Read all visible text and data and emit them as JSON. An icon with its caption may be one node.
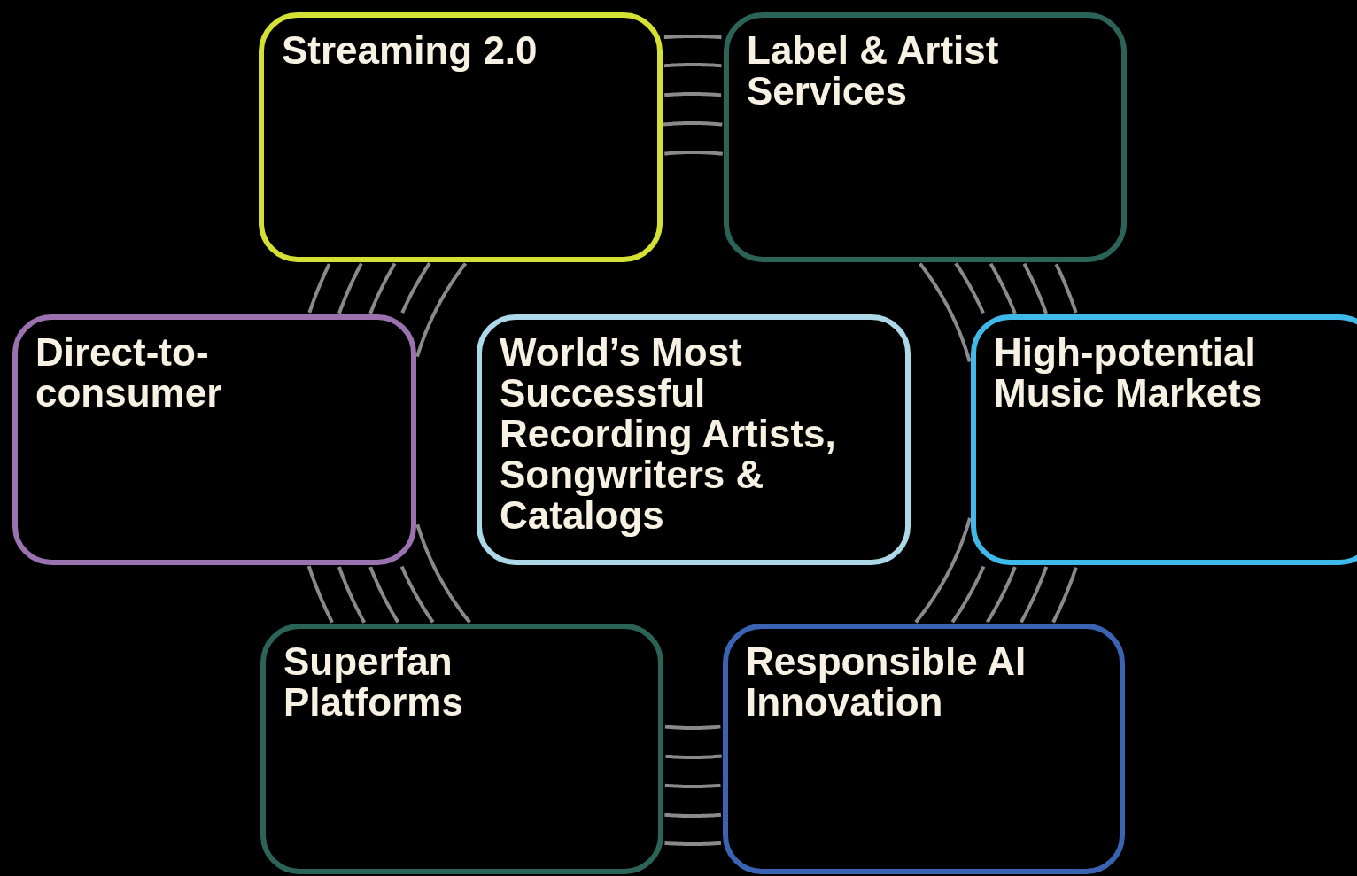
{
  "diagram": {
    "nodes": [
      {
        "text": [
          "Streaming 2.0"
        ]
      },
      {
        "text": [
          "Label & Artist Services"
        ]
      },
      {
        "text": [
          "Direct-to-consumer"
        ]
      },
      {
        "text": [
          "World’s Most Successful Recording Artists, Songwriters & Catalogs"
        ]
      },
      {
        "text": [
          "High-potential Music Markets"
        ]
      },
      {
        "text": [
          "Superfan Platforms"
        ]
      },
      {
        "text": [
          "Responsible AI Innovation"
        ]
      }
    ],
    "edges": [
      {
        "from": 0,
        "to": 1,
        "arrow": "none"
      },
      {
        "from": 0,
        "to": 1,
        "arrow": "none"
      },
      {
        "from": 0,
        "to": 1,
        "arrow": "none"
      },
      {
        "from": 0,
        "to": 1,
        "arrow": "none"
      },
      {
        "from": 0,
        "to": 1,
        "arrow": "none"
      },
      {
        "from": 1,
        "to": 4,
        "arrow": "none"
      },
      {
        "from": 1,
        "to": 4,
        "arrow": "none"
      },
      {
        "from": 1,
        "to": 4,
        "arrow": "none"
      },
      {
        "from": 1,
        "to": 4,
        "arrow": "none"
      },
      {
        "from": 1,
        "to": 4,
        "arrow": "none"
      },
      {
        "from": 4,
        "to": 6,
        "arrow": "none"
      },
      {
        "from": 4,
        "to": 6,
        "arrow": "none"
      },
      {
        "from": 4,
        "to": 6,
        "arrow": "none"
      },
      {
        "from": 4,
        "to": 6,
        "arrow": "none"
      },
      {
        "from": 4,
        "to": 6,
        "arrow": "none"
      },
      {
        "from": 6,
        "to": 5,
        "arrow": "none"
      },
      {
        "from": 6,
        "to": 5,
        "arrow": "none"
      },
      {
        "from": 6,
        "to": 5,
        "arrow": "none"
      },
      {
        "from": 6,
        "to": 5,
        "arrow": "none"
      },
      {
        "from": 6,
        "to": 5,
        "arrow": "none"
      },
      {
        "from": 5,
        "to": 2,
        "arrow": "none"
      },
      {
        "from": 5,
        "to": 2,
        "arrow": "none"
      },
      {
        "from": 5,
        "to": 2,
        "arrow": "none"
      },
      {
        "from": 5,
        "to": 2,
        "arrow": "none"
      },
      {
        "from": 5,
        "to": 2,
        "arrow": "none"
      },
      {
        "from": 2,
        "to": 0,
        "arrow": "none"
      },
      {
        "from": 2,
        "to": 0,
        "arrow": "none"
      },
      {
        "from": 2,
        "to": 0,
        "arrow": "none"
      },
      {
        "from": 2,
        "to": 0,
        "arrow": "none"
      },
      {
        "from": 2,
        "to": 0,
        "arrow": "none"
      }
    ]
  }
}
